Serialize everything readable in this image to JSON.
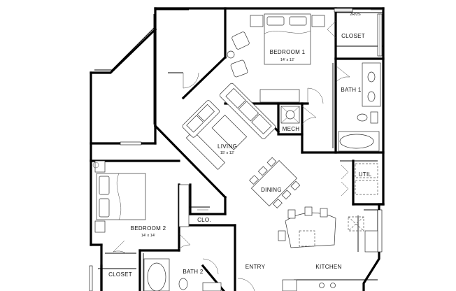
{
  "rooms": {
    "bedroom1": {
      "name": "BEDROOM 1",
      "dim": "14’ x 12’"
    },
    "bedroom2": {
      "name": "BEDROOM 2",
      "dim": "14’ x 14’"
    },
    "living": {
      "name": "LIVING",
      "dim": "15’ x 12’"
    },
    "dining": {
      "name": "DINING"
    },
    "bath1": {
      "name": "BATH 1"
    },
    "bath2": {
      "name": "BATH 2"
    },
    "closet1": {
      "name": "CLOSET"
    },
    "closet2": {
      "name": "CLOSET"
    },
    "clo": {
      "name": "CLO."
    },
    "mech": {
      "name": "MECH"
    },
    "util": {
      "name": "UTIL"
    },
    "entry": {
      "name": "ENTRY"
    },
    "kitchen": {
      "name": "KITCHEN"
    }
  },
  "tags": {
    "shelf": "2R/2S"
  }
}
